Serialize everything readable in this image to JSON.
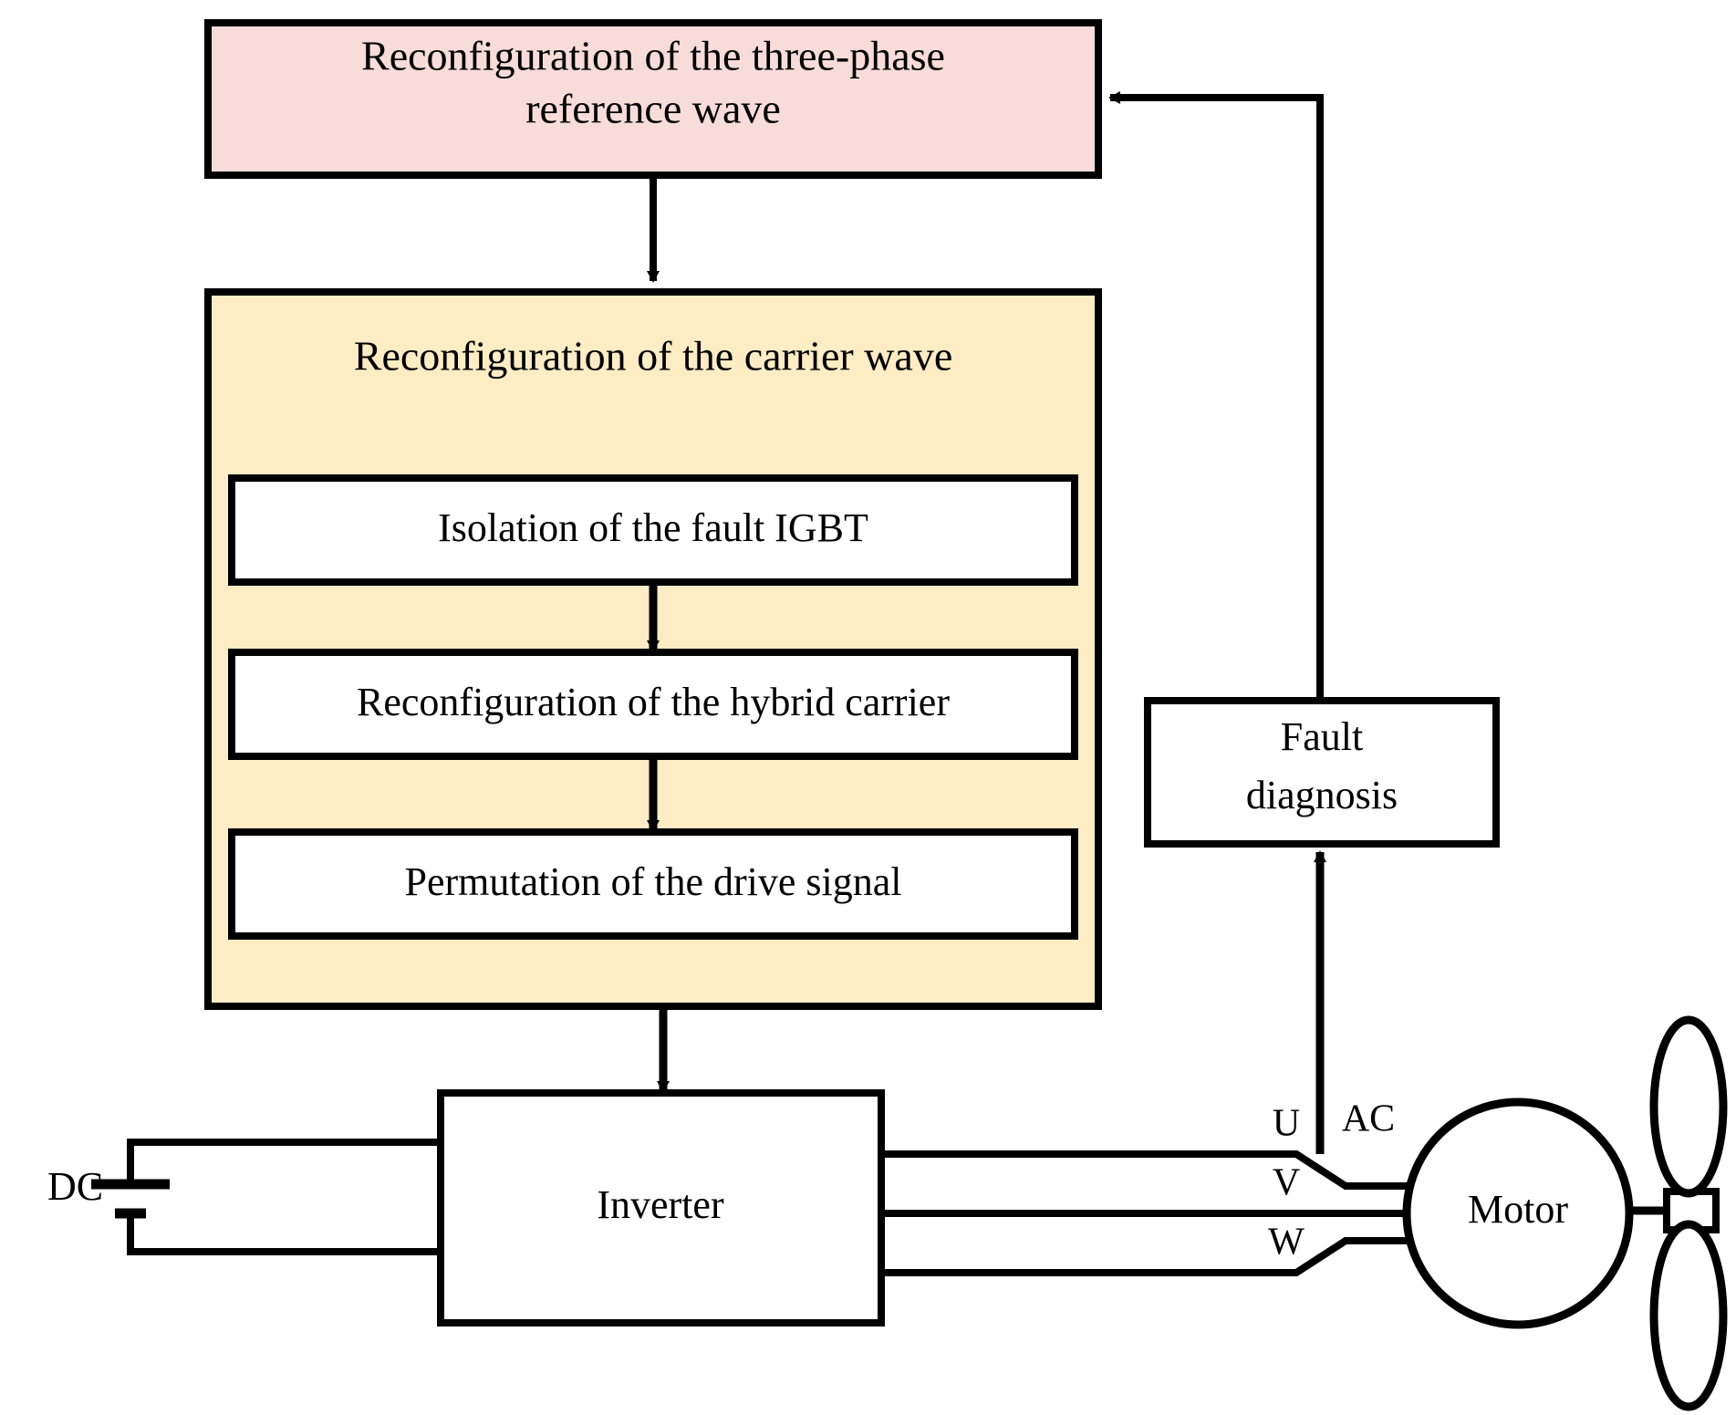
{
  "diagram": {
    "title": "Fault-tolerant inverter control block diagram",
    "colors": {
      "reference_box_fill": "#f8dcda",
      "carrier_box_fill": "#fdecc4",
      "inner_box_fill": "#ffffff",
      "stroke": "#000000",
      "page_background": "#ffffff"
    },
    "blocks": {
      "reference_wave": {
        "label_line1": "Reconfiguration of the three-phase",
        "label_line2": "reference wave"
      },
      "carrier_wave": {
        "label": "Reconfiguration of the carrier wave",
        "steps": [
          {
            "label": "Isolation of the fault IGBT"
          },
          {
            "label": "Reconfiguration of the hybrid carrier"
          },
          {
            "label": "Permutation of the drive signal"
          }
        ]
      },
      "fault_diagnosis": {
        "label_line1": "Fault",
        "label_line2": "diagnosis"
      },
      "inverter": {
        "label": "Inverter"
      },
      "motor": {
        "label": "Motor"
      },
      "dc_source": {
        "label": "DC"
      }
    },
    "wire_labels": {
      "phase_u": "U",
      "phase_v": "V",
      "phase_w": "W",
      "ac": "AC"
    }
  }
}
